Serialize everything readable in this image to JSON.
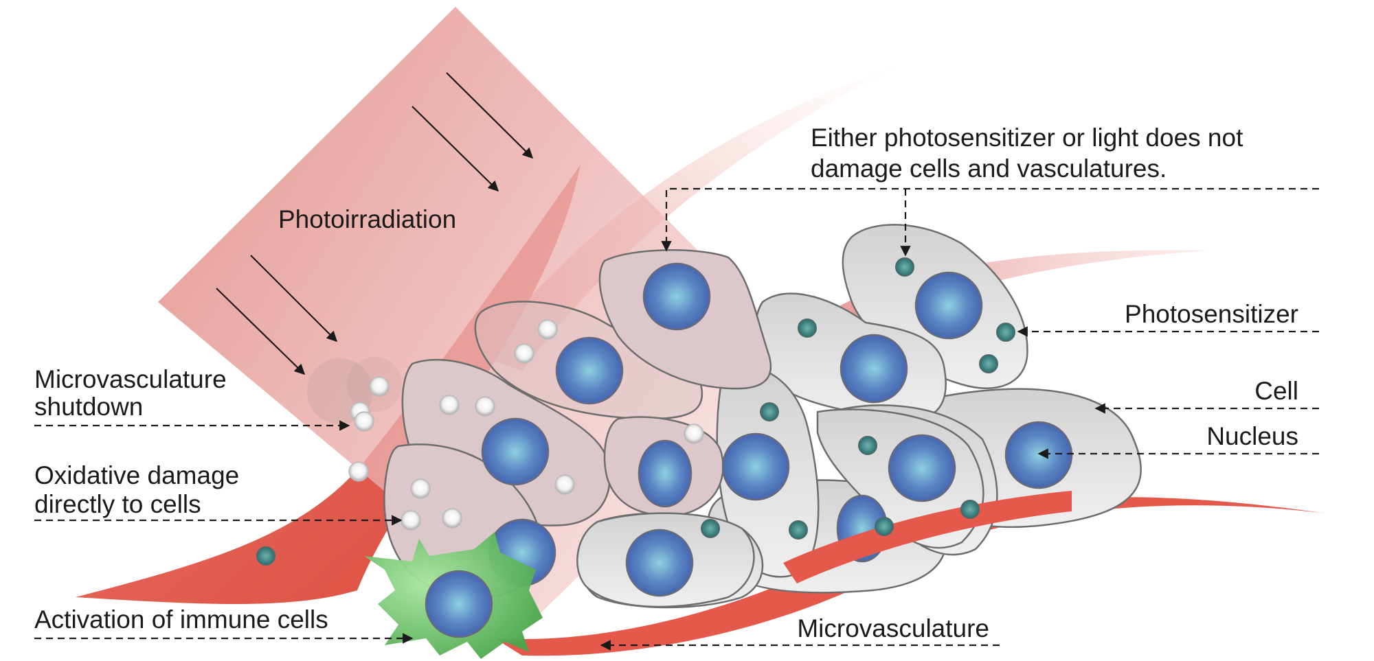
{
  "diagram": {
    "title_label": "Photoirradiation",
    "labels": {
      "no_damage_line1": "Either photosensitizer or light does not",
      "no_damage_line2": "damage cells and vasculatures.",
      "photosensitizer": "Photosensitizer",
      "cell": "Cell",
      "nucleus": "Nucleus",
      "microvasculature_shutdown_line1": "Microvasculature",
      "microvasculature_shutdown_line2": "shutdown",
      "oxidative_line1": "Oxidative damage",
      "oxidative_line2": "directly to cells",
      "immune": "Activation of immune cells",
      "microvasculature": "Microvasculature"
    },
    "colors": {
      "light_beam": "#e0877d",
      "vessel": "#e2574a",
      "cell_fill": "#e4e4e4",
      "nucleus": "#4a6bb5",
      "photosensitizer": "#2e7a7a",
      "immune_cell": "#5cb85c",
      "text": "#1a1a1a"
    }
  }
}
